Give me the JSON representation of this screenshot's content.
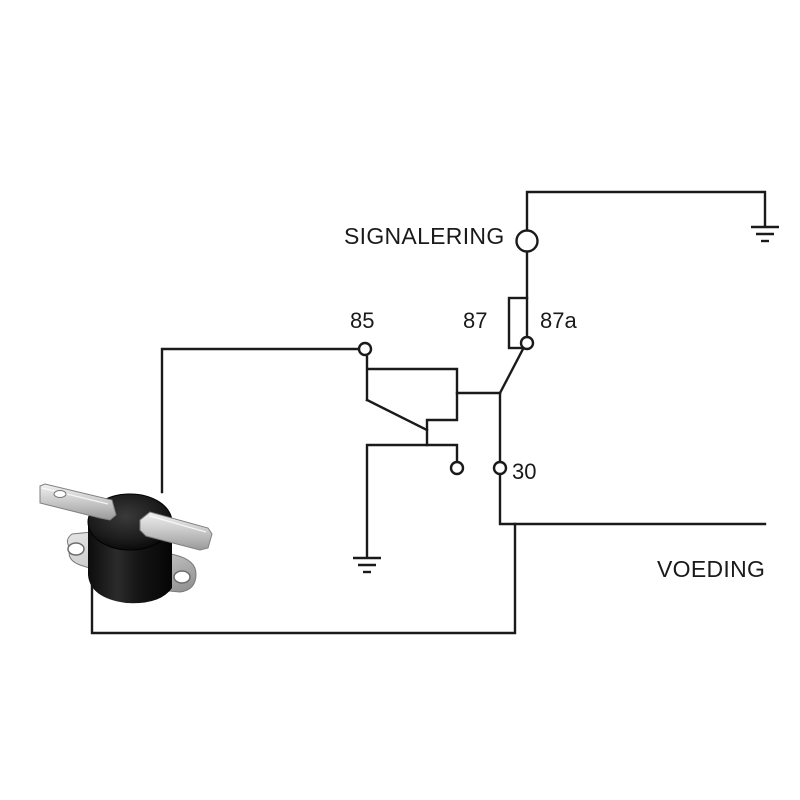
{
  "labels": {
    "signalering": "SIGNALERING",
    "voeding": "VOEDING",
    "pin_85": "85",
    "pin_87": "87",
    "pin_87a": "87a",
    "pin_30": "30"
  },
  "icons": {
    "thermostat": "bimetal-thermostat-switch-icon",
    "ground": "ground-icon",
    "lamp": "signal-lamp-icon"
  },
  "colors": {
    "line": "#1a1a1a",
    "background": "#ffffff"
  }
}
